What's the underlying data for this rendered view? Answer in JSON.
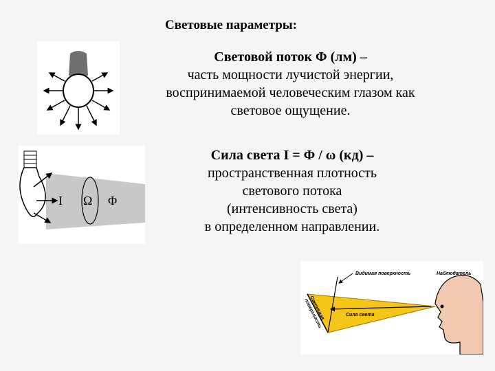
{
  "title": "Световые параметры:",
  "flux": {
    "head": "Световой поток Φ (лм) –",
    "lines": [
      "часть мощности лучистой энергии,",
      "воспринимаемой человеческим глазом как",
      "световое ощущение."
    ]
  },
  "intensity": {
    "head": "Сила света I = Φ / ω (кд) –",
    "lines": [
      "пространственная плотность",
      "светового потока",
      "(интенсивность света)",
      "в определенном направлении."
    ]
  },
  "figure2": {
    "symbol_i": "I",
    "symbol_omega": "Ω",
    "symbol_phi": "Φ"
  },
  "figure3": {
    "visible_surface": "Видимая поверхность",
    "observer": "Наблюдатель",
    "luminous_surface_1": "Светящая",
    "luminous_surface_2": "поверхность",
    "intensity": "Сила света"
  },
  "colors": {
    "cone_fill": "#f5c518",
    "lamp_base": "#707070"
  }
}
